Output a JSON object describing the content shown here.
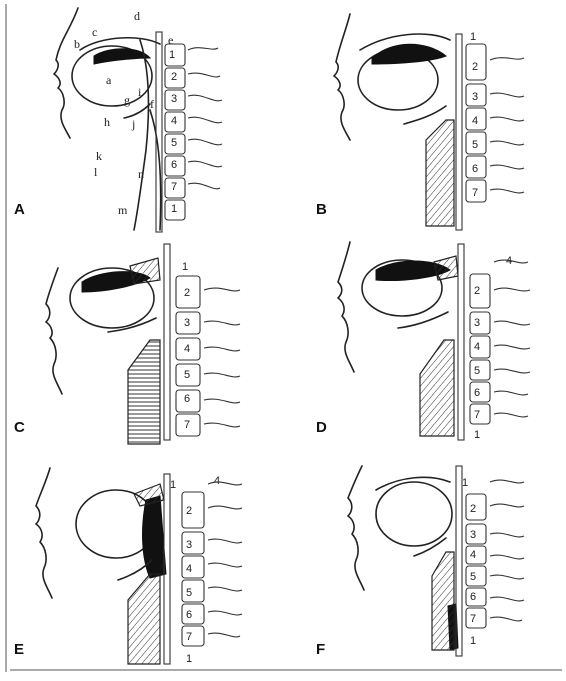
{
  "panels": [
    {
      "letter": "A",
      "vertebrae": [
        "1",
        "2",
        "3",
        "4",
        "5",
        "6",
        "7",
        "1"
      ],
      "labels": [
        "a",
        "b",
        "c",
        "d",
        "e",
        "f",
        "g",
        "h",
        "i",
        "j",
        "k",
        "l",
        "m",
        "n"
      ]
    },
    {
      "letter": "B",
      "vertebrae": [
        "1",
        "2",
        "3",
        "4",
        "5",
        "6",
        "7"
      ],
      "labels": []
    },
    {
      "letter": "C",
      "vertebrae": [
        "1",
        "2",
        "3",
        "4",
        "5",
        "6",
        "7"
      ],
      "labels": []
    },
    {
      "letter": "D",
      "vertebrae": [
        "4",
        "2",
        "3",
        "4",
        "5",
        "6",
        "7",
        "1"
      ],
      "labels": []
    },
    {
      "letter": "E",
      "vertebrae": [
        "1",
        "4",
        "2",
        "3",
        "4",
        "5",
        "6",
        "7",
        "1"
      ],
      "labels": []
    },
    {
      "letter": "F",
      "vertebrae": [
        "1",
        "2",
        "3",
        "4",
        "5",
        "6",
        "7",
        "1"
      ],
      "labels": []
    }
  ],
  "colors": {
    "ink": "#222222",
    "background": "#ffffff"
  }
}
